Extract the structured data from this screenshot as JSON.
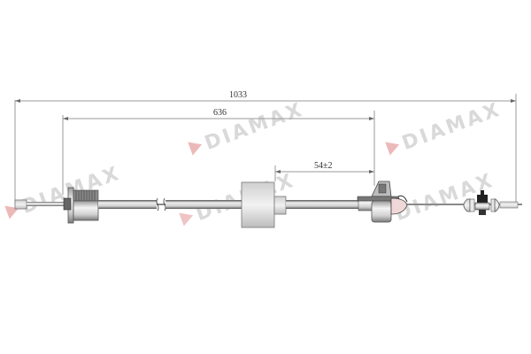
{
  "diagram": {
    "subject": "clutch-cable",
    "watermark": "DIAMAX",
    "dimensions": {
      "overall": "1033",
      "inner": "636",
      "adjust": "54±2"
    },
    "colors": {
      "line": "#9a9a9a",
      "cable_dark": "#555555",
      "body_fill": "#e6e6e6",
      "watermark": "#d9d9d9",
      "watermark_accent": "#e08a8a"
    }
  }
}
